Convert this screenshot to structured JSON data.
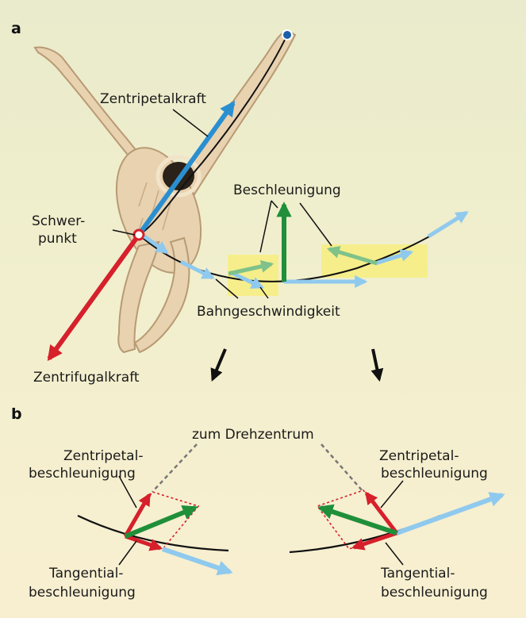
{
  "panels": {
    "a": "a",
    "b": "b"
  },
  "labels": {
    "centripetal_force": "Zentripetalkraft",
    "acceleration": "Beschleunigung",
    "center_of_mass_1": "Schwer-",
    "center_of_mass_2": "punkt",
    "path_velocity": "Bahngeschwindigkeit",
    "centrifugal_force": "Zentrifugalkraft",
    "to_rotation_center": "zum Drehzentrum",
    "left_centripetal_1": "Zentripetal-",
    "left_centripetal_2": "beschleunigung",
    "left_tangential_1": "Tangential-",
    "left_tangential_2": "beschleunigung",
    "right_centripetal_1": "Zentripetal-",
    "right_centripetal_2": "beschleunigung",
    "right_tangential_1": "Tangential-",
    "right_tangential_2": "beschleunigung"
  },
  "colors": {
    "centripetal": "#2a8fd0",
    "centrifugal": "#d6202b",
    "acceleration": "#1f8f3a",
    "velocity": "#8fc9ee",
    "highlight": "#f6ee8a",
    "gibbon_fur": "#e8d2b0",
    "gibbon_shadow": "#b89a74"
  },
  "icons": {
    "figure": "gibbon-illustration"
  }
}
